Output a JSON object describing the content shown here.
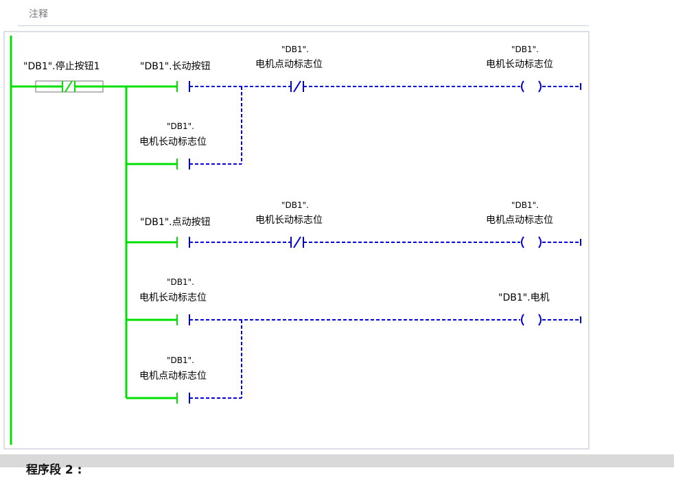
{
  "comment": {
    "label": "注释"
  },
  "network": {
    "stop_contact": "\"DB1\".停止按钮1",
    "long_button": "\"DB1\".长动按钮",
    "inch_button": "\"DB1\".点动按钮",
    "db_prefix": "\"DB1\".",
    "inch_flag": "电机点动标志位",
    "long_flag": "电机长动标志位",
    "motor": "\"DB1\".电机"
  },
  "footer": {
    "title": "程序段 2 :"
  },
  "colors": {
    "energized": "#00e000",
    "unpowered": "#0000e0"
  }
}
